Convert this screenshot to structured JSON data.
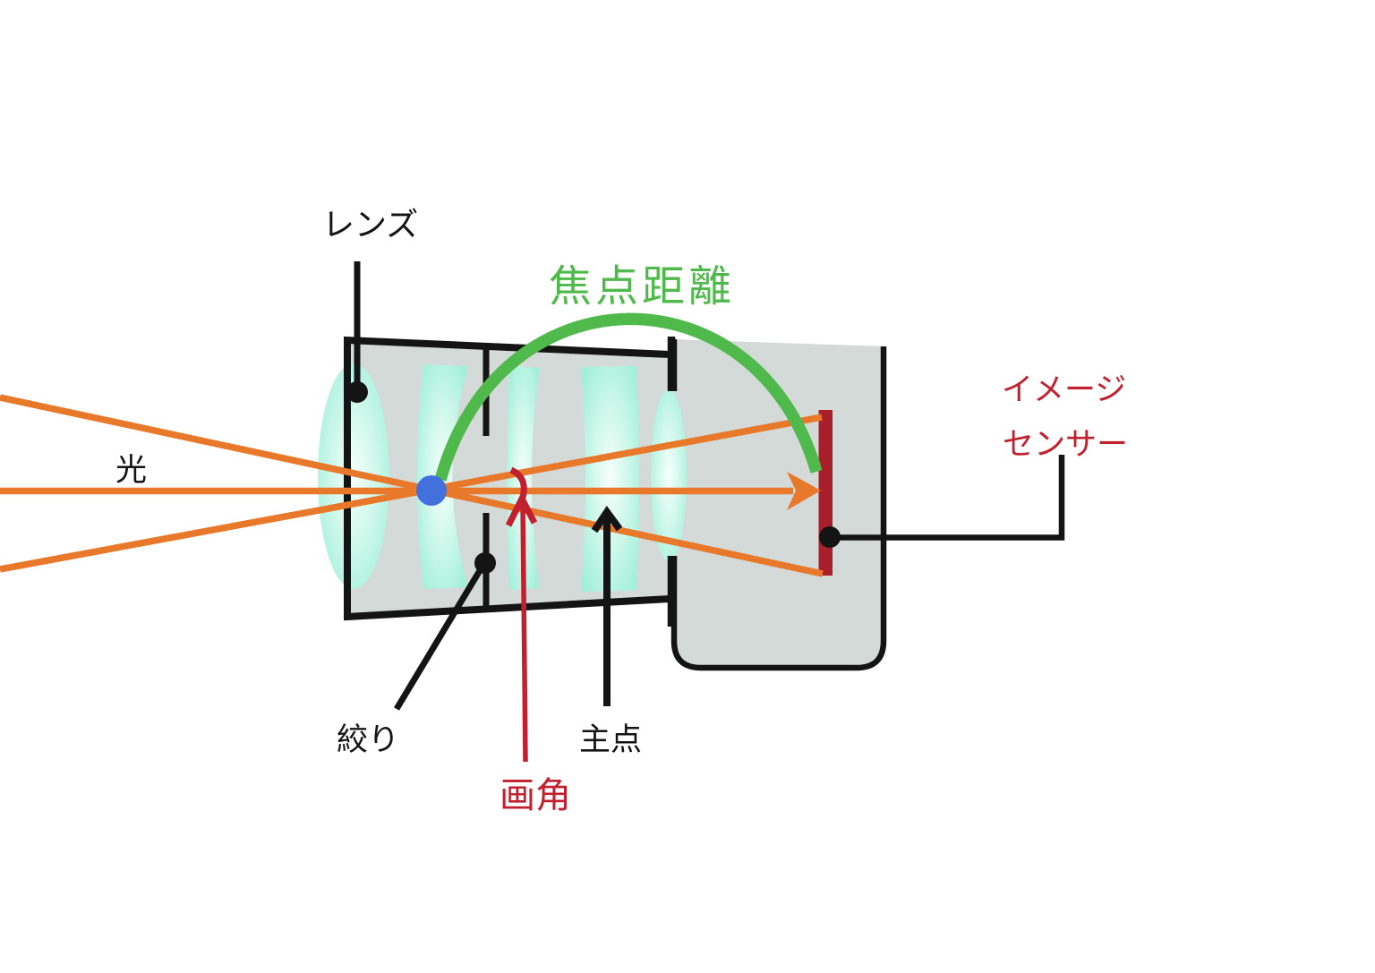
{
  "labels": {
    "lens": "レンズ",
    "focal_length": "焦点距離",
    "light": "光",
    "aperture": "絞り",
    "principal_point": "主点",
    "angle_of_view": "画角",
    "image_sensor_line1": "イメージ",
    "image_sensor_line2": "センサー"
  },
  "colors": {
    "black": "#141414",
    "gray": "#D4DAD8",
    "orange": "#E8782A",
    "green": "#4FB94B",
    "red": "#C1202E",
    "sensor_red": "#A81F29",
    "blue": "#4271DE",
    "lens_center": "#F6FFFB",
    "lens_mid": "#CFF8EB",
    "lens_edge": "#A3F0DA"
  }
}
